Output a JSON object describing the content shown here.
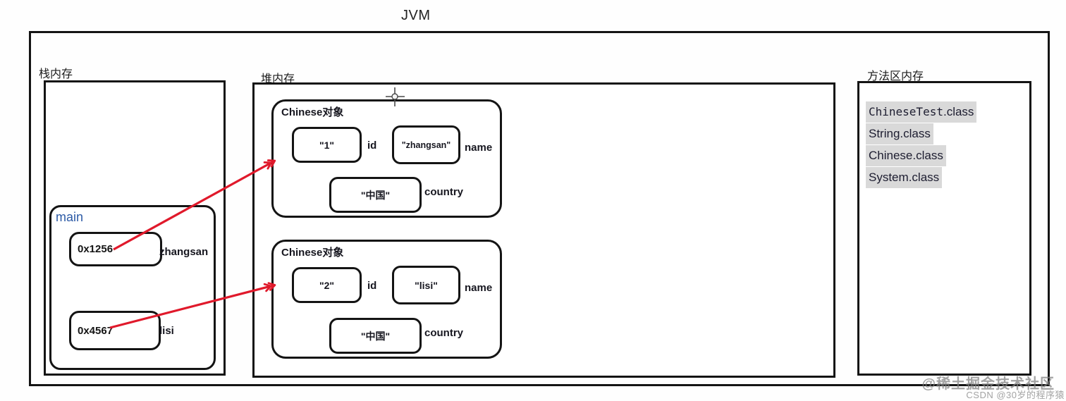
{
  "title": "JVM",
  "stack": {
    "label": "栈内存",
    "frame": {
      "name": "main",
      "vars": [
        {
          "value": "0x1256",
          "label": "zhangsan"
        },
        {
          "value": "0x4567",
          "label": "lisi"
        }
      ]
    }
  },
  "heap": {
    "label": "堆内存",
    "objects": [
      {
        "title": "Chinese对象",
        "fields": [
          {
            "value": "\"1\"",
            "label": "id"
          },
          {
            "value": "\"zhangsan\"",
            "label": "name"
          },
          {
            "value": "\"中国\"",
            "label": "country"
          }
        ]
      },
      {
        "title": "Chinese对象",
        "fields": [
          {
            "value": "\"2\"",
            "label": "id"
          },
          {
            "value": "\"lisi\"",
            "label": "name"
          },
          {
            "value": "\"中国\"",
            "label": "country"
          }
        ]
      }
    ]
  },
  "method_area": {
    "label": "方法区内存",
    "classes": [
      {
        "name": "ChineseTest",
        "suffix": ".class"
      },
      {
        "name": "String",
        "suffix": ".class"
      },
      {
        "name": "Chinese",
        "suffix": ".class"
      },
      {
        "name": "System",
        "suffix": ".class"
      }
    ]
  },
  "watermark": {
    "line1": "@稀土掘金技术社区",
    "line2": "CSDN @30岁的程序猿"
  },
  "colors": {
    "arrow": "#e0192b",
    "border": "#141414",
    "class_highlight": "#d9d9d9",
    "main_label": "#2d5ba6"
  }
}
